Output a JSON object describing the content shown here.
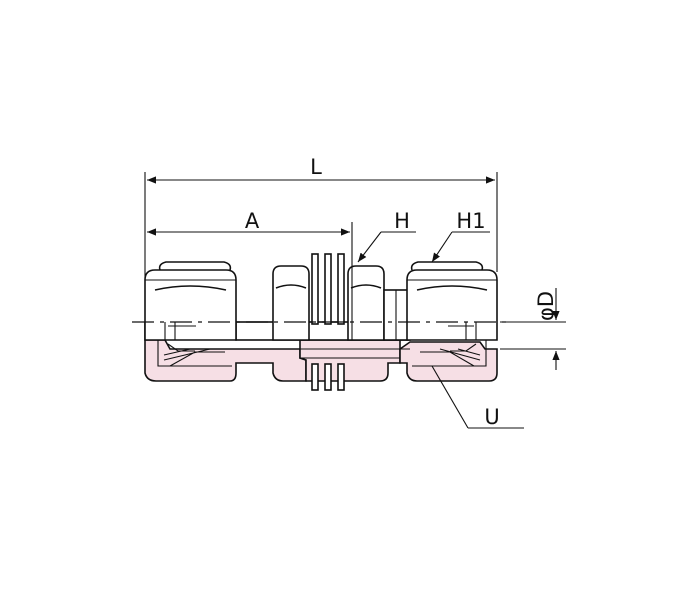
{
  "diagram": {
    "labels": {
      "L": "L",
      "A": "A",
      "H": "H",
      "H1": "H1",
      "phiD": "φD",
      "U": "U"
    },
    "colors": {
      "section_fill": "#f6dfe5",
      "line": "#111111",
      "background": "#ffffff"
    }
  }
}
